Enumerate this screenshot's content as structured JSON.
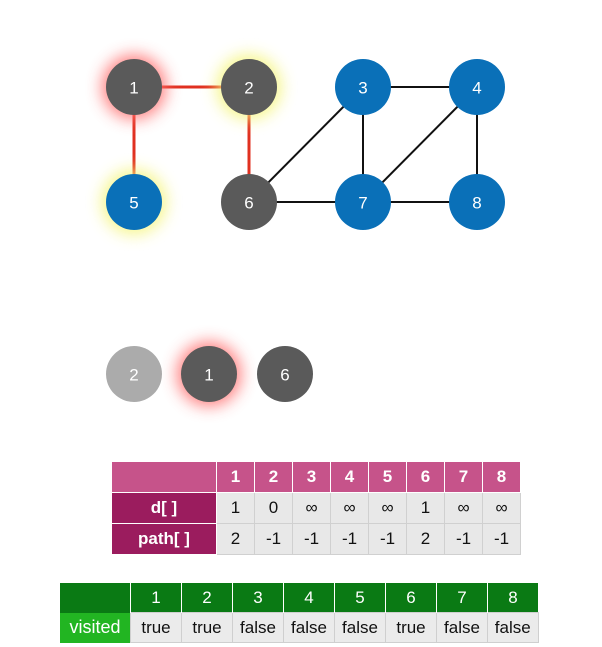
{
  "graph": {
    "nodes": [
      {
        "label": "1",
        "color": "#5a5a5a",
        "glow": "#ff7070"
      },
      {
        "label": "2",
        "color": "#5a5a5a",
        "glow": "#f5f57a"
      },
      {
        "label": "3",
        "color": "#0a70b8",
        "glow": ""
      },
      {
        "label": "4",
        "color": "#0a70b8",
        "glow": ""
      },
      {
        "label": "5",
        "color": "#0a70b8",
        "glow": "#f5f57a"
      },
      {
        "label": "6",
        "color": "#5a5a5a",
        "glow": ""
      },
      {
        "label": "7",
        "color": "#0a70b8",
        "glow": ""
      },
      {
        "label": "8",
        "color": "#0a70b8",
        "glow": ""
      }
    ],
    "edges": [
      {
        "from": "1",
        "to": "2",
        "color": "#e03020"
      },
      {
        "from": "1",
        "to": "5",
        "color": "#e03020"
      },
      {
        "from": "2",
        "to": "6",
        "color": "#e03020"
      },
      {
        "from": "3",
        "to": "4",
        "color": "#111111"
      },
      {
        "from": "3",
        "to": "6",
        "color": "#111111"
      },
      {
        "from": "3",
        "to": "7",
        "color": "#111111"
      },
      {
        "from": "4",
        "to": "7",
        "color": "#111111"
      },
      {
        "from": "4",
        "to": "8",
        "color": "#111111"
      },
      {
        "from": "6",
        "to": "7",
        "color": "#111111"
      },
      {
        "from": "7",
        "to": "8",
        "color": "#111111"
      }
    ]
  },
  "stack": {
    "items": [
      {
        "label": "2",
        "color": "#ababab",
        "glow": ""
      },
      {
        "label": "1",
        "color": "#5a5a5a",
        "glow": "#ff7070"
      },
      {
        "label": "6",
        "color": "#5a5a5a",
        "glow": ""
      }
    ]
  },
  "dist_table": {
    "headers": [
      "1",
      "2",
      "3",
      "4",
      "5",
      "6",
      "7",
      "8"
    ],
    "d_label": "d[ ]",
    "d_values": [
      "1",
      "0",
      "∞",
      "∞",
      "∞",
      "1",
      "∞",
      "∞"
    ],
    "path_label": "path[ ]",
    "path_values": [
      "2",
      "-1",
      "-1",
      "-1",
      "-1",
      "2",
      "-1",
      "-1"
    ]
  },
  "visited_table": {
    "headers": [
      "1",
      "2",
      "3",
      "4",
      "5",
      "6",
      "7",
      "8"
    ],
    "label": "visited",
    "values": [
      "true",
      "true",
      "false",
      "false",
      "false",
      "true",
      "false",
      "false"
    ]
  }
}
